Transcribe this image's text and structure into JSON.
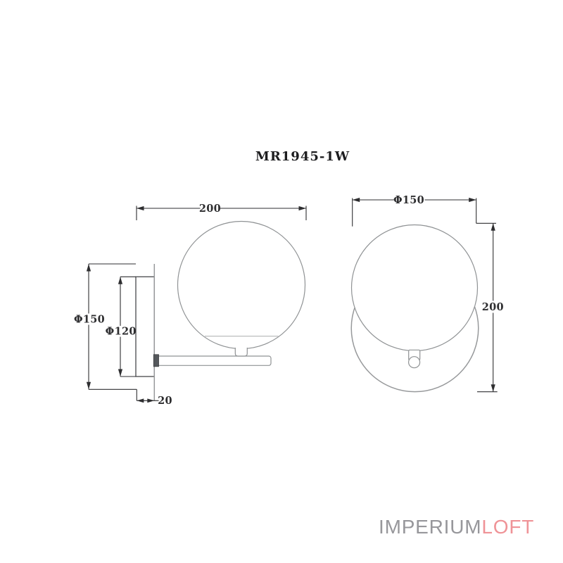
{
  "title": "MR1945-1W",
  "side_view": {
    "dim_projection": "200",
    "dim_plate_diameter": "Φ150",
    "dim_canopy_diameter": "Φ120",
    "dim_depth": "20"
  },
  "front_view": {
    "dim_globe_diameter": "Φ150",
    "dim_height": "200"
  },
  "logo": {
    "imperium": "IMPERIUM",
    "loft": "LOFT"
  },
  "colors": {
    "background": "#ffffff",
    "dimension_lines": "#2e2e30",
    "object_lines": "#8f9294",
    "logo_gray": "#97979b",
    "logo_pink": "#ef9397"
  }
}
